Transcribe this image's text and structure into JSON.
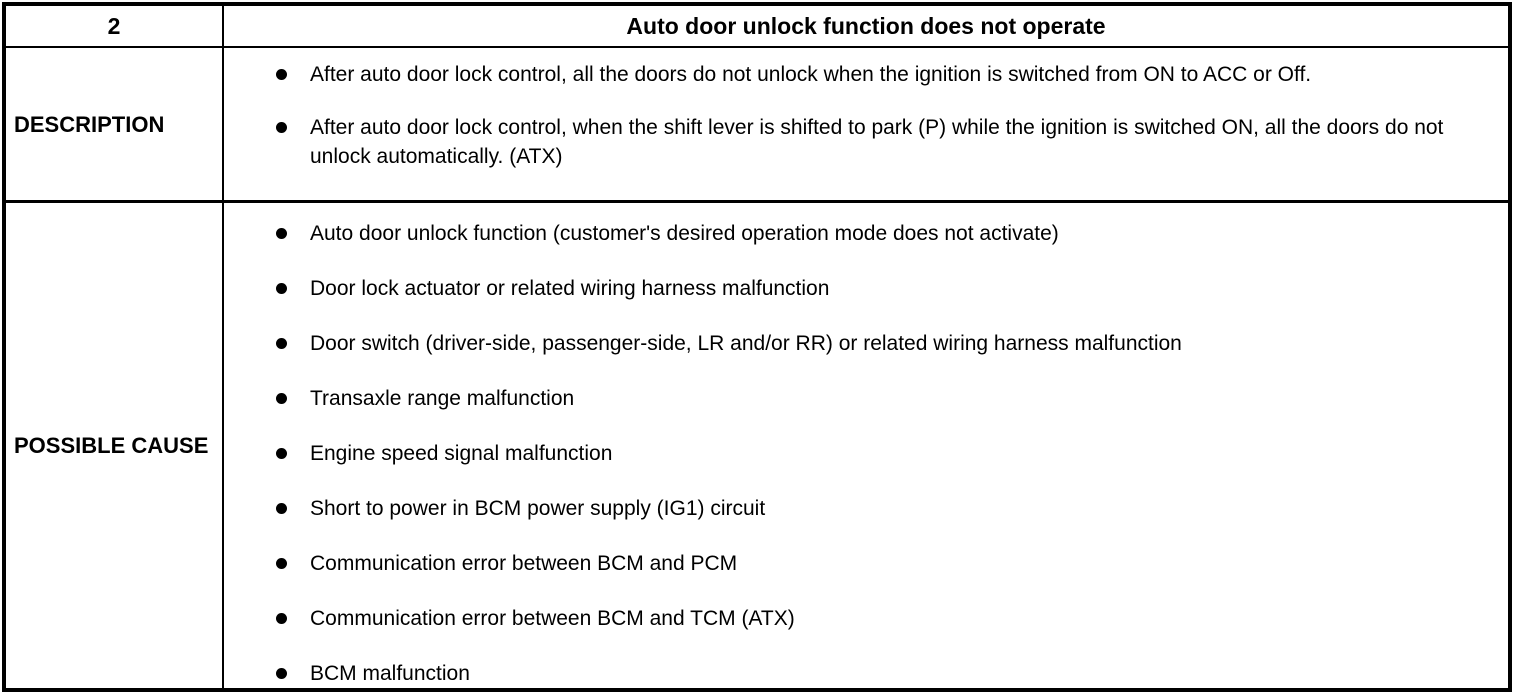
{
  "table": {
    "header": {
      "number": "2",
      "title": "Auto door unlock function does not operate"
    },
    "rows": [
      {
        "label": "DESCRIPTION",
        "bullets": [
          "After auto door lock control, all the doors do not unlock when the ignition is switched from ON to ACC or Off.",
          "After auto door lock control, when the shift lever is shifted to park (P) while the ignition is switched ON, all the doors do not unlock automatically. (ATX)"
        ]
      },
      {
        "label": "POSSIBLE CAUSE",
        "bullets": [
          "Auto door unlock function (customer's desired operation mode does not activate)",
          "Door lock actuator or related wiring harness malfunction",
          "Door switch (driver-side, passenger-side, LR and/or RR) or related wiring harness malfunction",
          "Transaxle range malfunction",
          "Engine speed signal malfunction",
          "Short to power in BCM power supply (IG1) circuit",
          "Communication error between BCM and PCM",
          "Communication error between BCM and TCM (ATX)",
          "BCM malfunction"
        ]
      }
    ],
    "colors": {
      "border": "#000000",
      "text": "#000000",
      "background": "#ffffff"
    }
  }
}
